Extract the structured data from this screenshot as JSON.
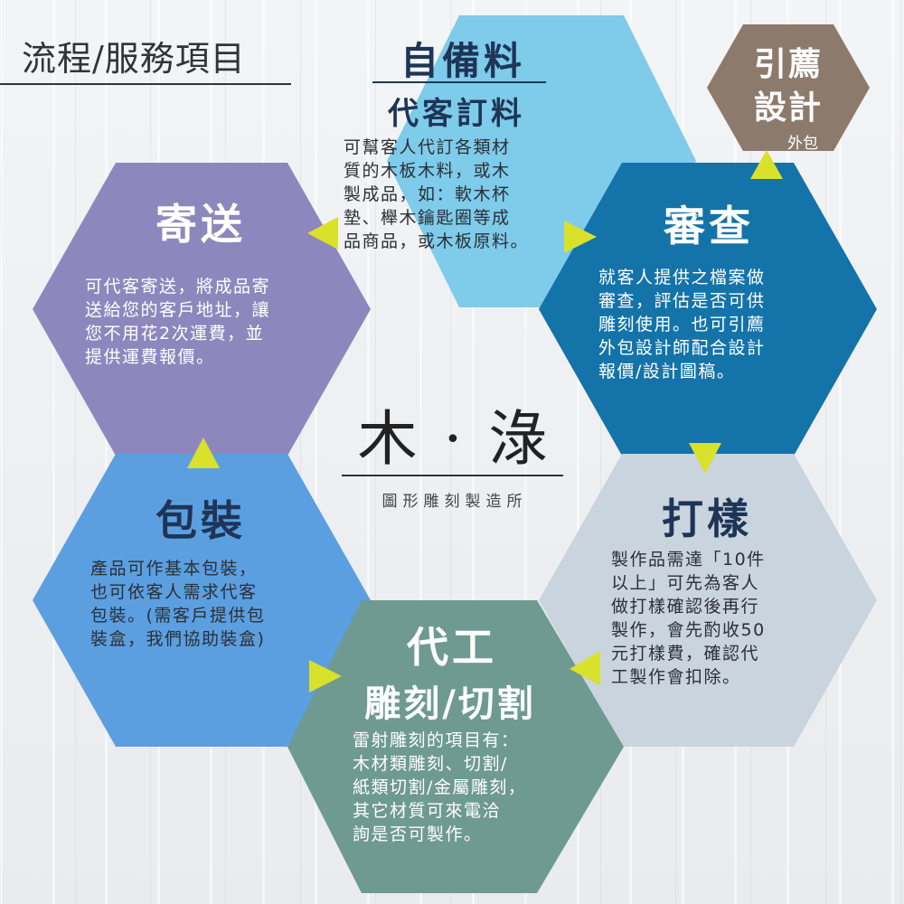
{
  "page_title": "流程/服務項目",
  "brand": {
    "name": "木 · 淥",
    "subtitle": "圖形雕刻製造所"
  },
  "colors": {
    "self_material": "#7ecbea",
    "review": "#1473a8",
    "sample": "#c9d4de",
    "processing": "#6e9a92",
    "packaging": "#5b9fe0",
    "shipping": "#8e87bd",
    "design": "#8c7b6d",
    "arrow": "#d9e12a"
  },
  "steps": {
    "self_material": {
      "title": "自備料",
      "subtitle": "代客訂料",
      "desc": [
        "可幫客人代訂各類材",
        "質的木板木料，或木",
        "製成品，如：軟木杯",
        "墊、櫸木鑰匙圈等成",
        "品商品，或木板原料。"
      ]
    },
    "review": {
      "title": "審查",
      "desc": [
        "就客人提供之檔案做",
        "審查，評估是否可供",
        "雕刻使用。也可引薦",
        "外包設計師配合設計",
        "報價/設計圖稿。"
      ]
    },
    "sample": {
      "title": "打樣",
      "desc": [
        "製作品需達「10件",
        "以上」可先為客人",
        "做打樣確認後再行",
        "製作，會先酌收50",
        "元打樣費，確認代",
        "工製作會扣除。"
      ]
    },
    "processing": {
      "title": "代工",
      "subtitle": "雕刻/切割",
      "desc": [
        "雷射雕刻的項目有：",
        "木材類雕刻、切割/",
        "紙類切割/金屬雕刻，",
        "其它材質可來電洽",
        "詢是否可製作。"
      ]
    },
    "packaging": {
      "title": "包裝",
      "desc": [
        "產品可作基本包裝，",
        "也可依客人需求代客",
        "包裝。(需客戶提供包",
        "裝盒，我們協助裝盒)"
      ]
    },
    "shipping": {
      "title": "寄送",
      "desc": [
        "可代客寄送，將成品寄",
        "送給您的客戶地址，讓",
        "您不用花2次運費，並",
        "提供運費報價。"
      ]
    },
    "design": {
      "title_line1": "引薦",
      "title_line2": "設計",
      "note": "外包"
    }
  },
  "arrow_icon": "yellow-triangle-arrow-icon"
}
